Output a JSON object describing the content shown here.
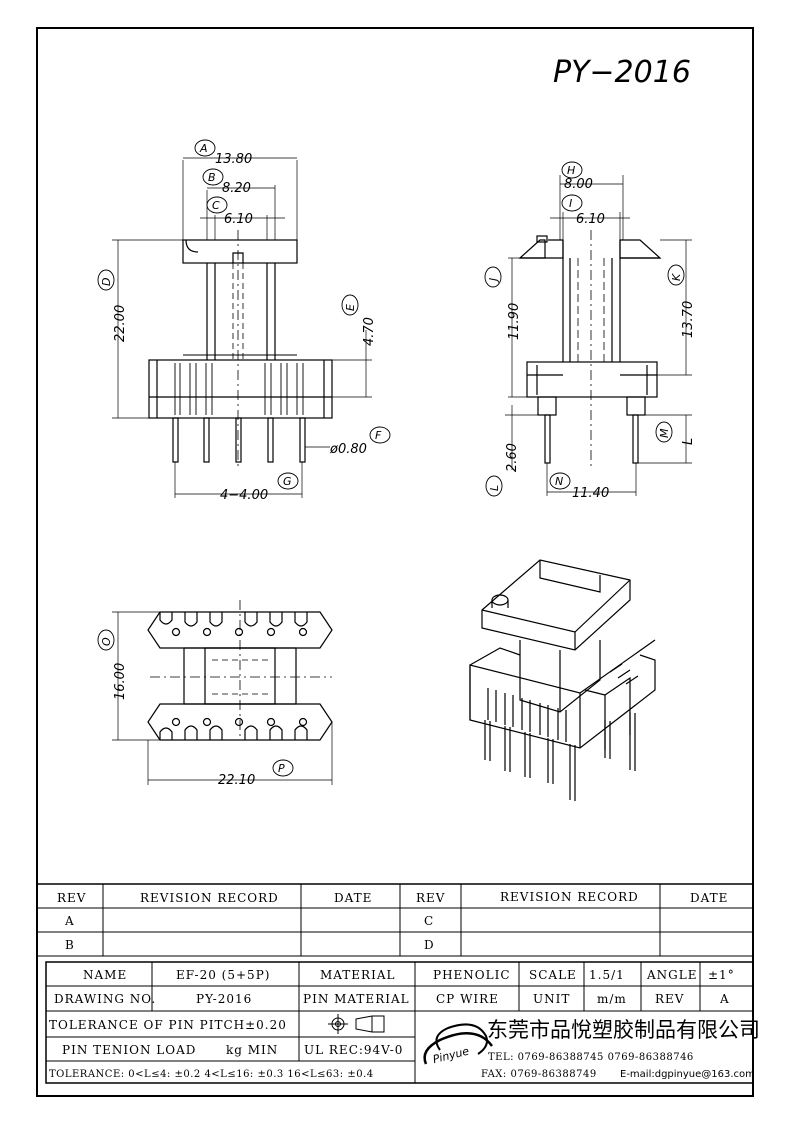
{
  "drawing": {
    "title": "PY−2016",
    "front_view": {
      "dims": {
        "A": "13.80",
        "B": "8.20",
        "C": "6.10",
        "D": "22.00",
        "E": "4.70",
        "F": "ø0.80",
        "G": "4−4.00"
      }
    },
    "side_view": {
      "dims": {
        "H": "8.00",
        "I": "6.10",
        "J": "11.90",
        "K": "13.70",
        "L": "2.60",
        "M": "L",
        "N": "11.40"
      }
    },
    "bottom_view": {
      "dims": {
        "O": "16.00",
        "P": "22.10"
      }
    },
    "circle_labels": [
      "A",
      "B",
      "C",
      "D",
      "E",
      "F",
      "G",
      "H",
      "I",
      "J",
      "K",
      "L",
      "M",
      "N",
      "O",
      "P"
    ]
  },
  "revision_table": {
    "headers": {
      "rev": "REV",
      "record": "REVISION RECORD",
      "date": "DATE"
    },
    "rows": [
      {
        "left_rev": "A",
        "right_rev": "C"
      },
      {
        "left_rev": "B",
        "right_rev": "D"
      }
    ]
  },
  "title_block": {
    "name_label": "NAME",
    "name_value": "EF-20 (5+5P)",
    "material_label": "MATERIAL",
    "material_value": "PHENOLIC",
    "scale_label": "SCALE",
    "scale_value": "1.5/1",
    "angle_label": "ANGLE",
    "angle_value": "±1°",
    "drawing_no_label": "DRAWING NO.",
    "drawing_no_value": "PY-2016",
    "pin_material_label": "PIN MATERIAL",
    "pin_material_value": "CP WIRE",
    "unit_label": "UNIT",
    "unit_value": "m/m",
    "rev_label": "REV",
    "rev_value": "A",
    "tolerance_pin_pitch": "TOLERANCE OF PIN PITCH±0.20",
    "pin_tension": "PIN TENION LOAD",
    "pin_tension_unit": "kg MIN",
    "ul_rec": "UL REC:94V-0",
    "tolerance_general": "TOLERANCE: 0<L≤4: ±0.2   4<L≤16: ±0.3   16<L≤63: ±0.4",
    "logo_text": "Pinyue",
    "company_name": "东莞市品悅塑胶制品有限公司",
    "tel": "TEL: 0769-86388745     0769-86388746",
    "fax": "FAX: 0769-86388749",
    "email": "E-mail:dgpinyue@163.com"
  }
}
